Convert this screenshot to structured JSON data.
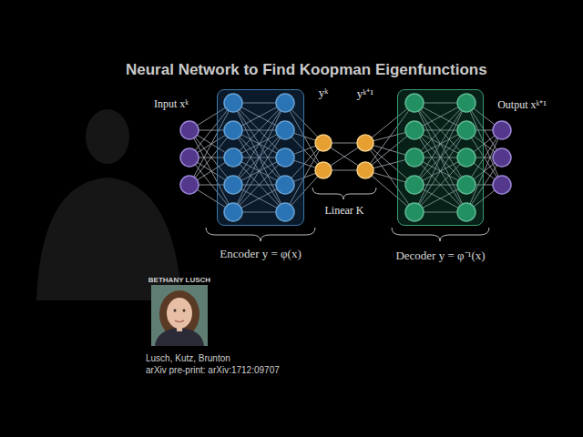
{
  "diagram": {
    "title": "Neural Network to Find Koopman Eigenfunctions",
    "nodes": [
      {
        "text": [
          "Encoder y = φ(x)"
        ]
      },
      {
        "text": [
          "Decoder y = φ⁻¹(x)"
        ]
      }
    ],
    "labels": [
      "Input xᵏ",
      "yᵏ",
      "yᵏ⁺¹",
      "Output xᵏ⁺¹",
      "Linear K",
      "BETHANY LUSCH",
      "Lusch, Kutz, Brunton",
      "arXiv pre-print: arXiv:1712:09707"
    ]
  }
}
